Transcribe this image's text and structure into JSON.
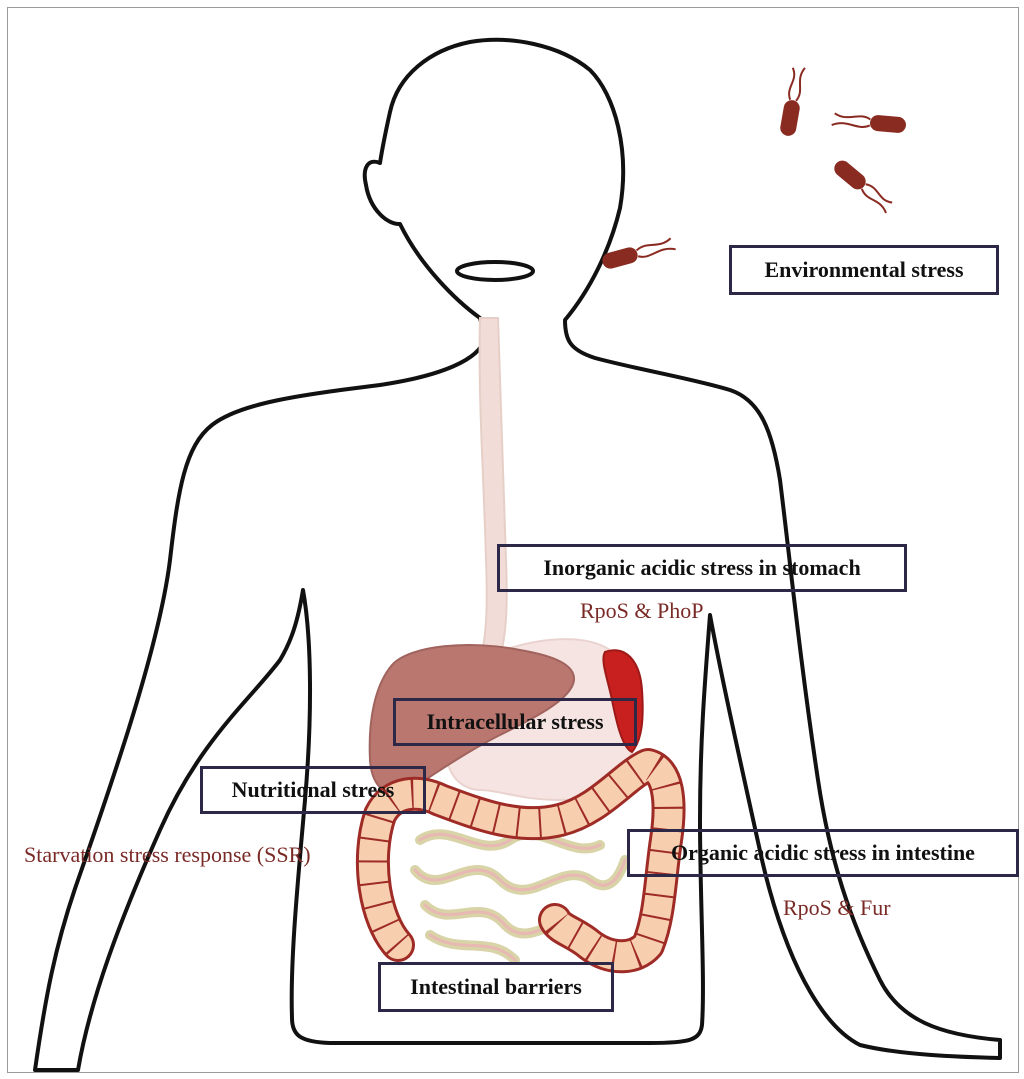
{
  "labels": {
    "environmental": "Environmental stress",
    "inorganic": "Inorganic acidic stress in stomach",
    "intracellular": "Intracellular stress",
    "nutritional": "Nutritional stress",
    "organic": "Organic acidic stress in intestine",
    "barriers": "Intestinal barriers"
  },
  "sublabels": {
    "rpos_phop": "RpoS & PhoP",
    "ssr": "Starvation stress response (SSR)",
    "rpos_fur": "RpoS & Fur"
  },
  "colors": {
    "outline": "#111111",
    "box_border": "#2e2848",
    "sublabel": "#7a2a26",
    "liver": "#b97770",
    "spleen": "#c8201f",
    "stomach": "#f5e4e2",
    "esophagus": "#f1dcd7",
    "colon_fill": "#f8cfae",
    "colon_edge": "#9e2b26",
    "small_intestine": "#d9d3a8",
    "bacteria": "#8a2b22"
  },
  "icons": [
    "bacterium-icon"
  ]
}
